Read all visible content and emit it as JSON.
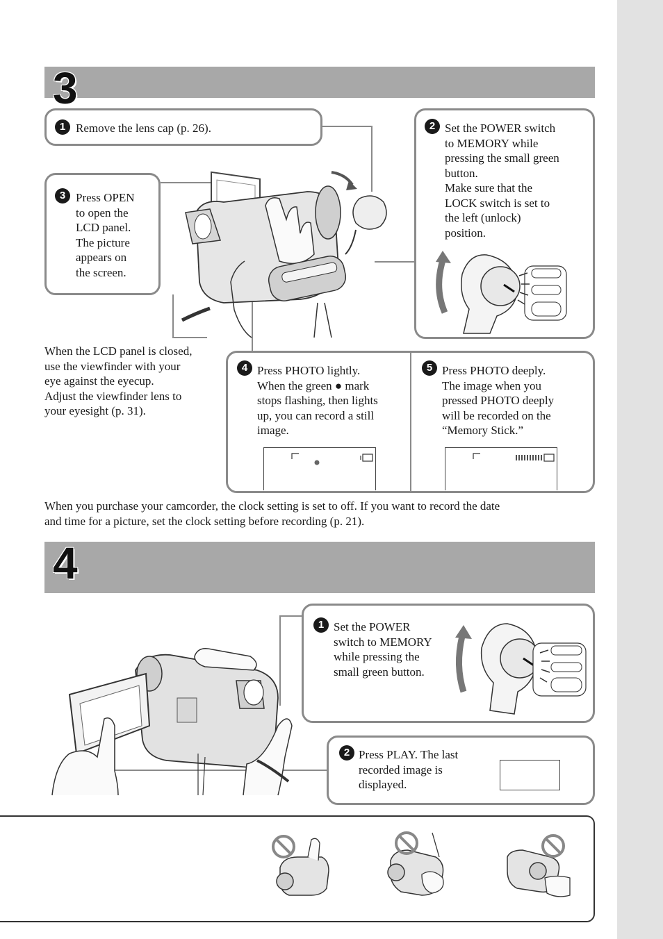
{
  "section3": {
    "number": "3",
    "step1": {
      "badge": "1",
      "text": "Remove the lens cap (p. 26)."
    },
    "step2": {
      "badge": "2",
      "lines": [
        "Set the POWER switch",
        "to MEMORY while",
        "pressing the small green",
        "button.",
        "Make sure that the",
        "LOCK switch is set to",
        "the left (unlock)",
        "position."
      ]
    },
    "step3": {
      "badge": "3",
      "lines": [
        "Press OPEN",
        "to open the",
        "LCD panel.",
        "The picture",
        "appears on",
        "the screen."
      ]
    },
    "viewfinder_note": {
      "lines": [
        "When the LCD panel is closed,",
        "use the viewfinder with your",
        "eye against the eyecup.",
        "Adjust the viewfinder lens to",
        "your eyesight (p. 31)."
      ]
    },
    "step4": {
      "badge": "4",
      "lines": [
        "Press PHOTO lightly.",
        "When the green ● mark",
        "stops flashing, then lights",
        "up, you can record a still",
        "image."
      ]
    },
    "step5": {
      "badge": "5",
      "lines": [
        "Press PHOTO deeply.",
        "The image when you",
        "pressed PHOTO deeply",
        "will be recorded on the",
        "“Memory Stick.”"
      ]
    },
    "clock_note": {
      "lines": [
        "When you purchase your camcorder, the clock setting is set to off. If you want to record the date",
        "and time for a picture, set the clock setting before recording (p. 21)."
      ]
    }
  },
  "section4": {
    "number": "4",
    "step1": {
      "badge": "1",
      "lines": [
        "Set the POWER",
        "switch to MEMORY",
        "while pressing the",
        "small green button."
      ]
    },
    "step2": {
      "badge": "2",
      "lines": [
        "Press PLAY. The last",
        "recorded image is",
        "displayed."
      ]
    }
  },
  "icons": [
    "camcorder-illustration",
    "hand-icon",
    "power-switch-icon",
    "curved-arrow-icon",
    "prohibited-icon"
  ],
  "colors": {
    "banner": "#a8a8a8",
    "box_border": "#8a8a8a",
    "sidebar": "#e2e2e2",
    "text": "#1a1a1a"
  }
}
